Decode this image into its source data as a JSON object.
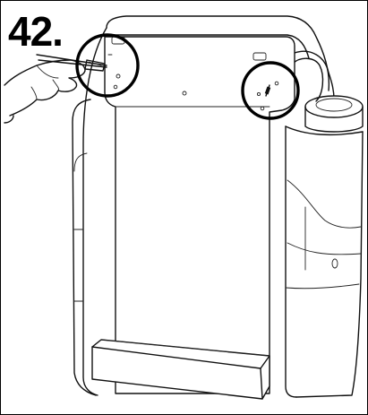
{
  "step": {
    "number": "42."
  },
  "illustration": {
    "callouts": [
      "left-screw-location",
      "right-screw-location"
    ],
    "icons": [
      "hand-with-screwdriver-icon",
      "screw-icon"
    ],
    "colors": {
      "line": "#111111",
      "background": "#ffffff",
      "callout_ring": "#000000"
    }
  }
}
